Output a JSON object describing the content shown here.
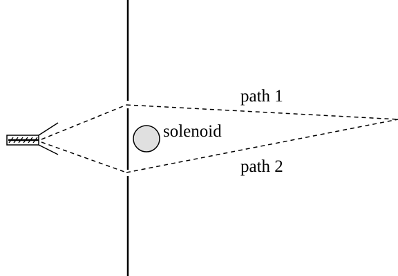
{
  "labels": {
    "path1": "path 1",
    "path2": "path 2",
    "solenoid": "solenoid"
  },
  "colors": {
    "line": "#000000",
    "solenoid_fill": "#e0e0e0",
    "background": "#ffffff"
  }
}
